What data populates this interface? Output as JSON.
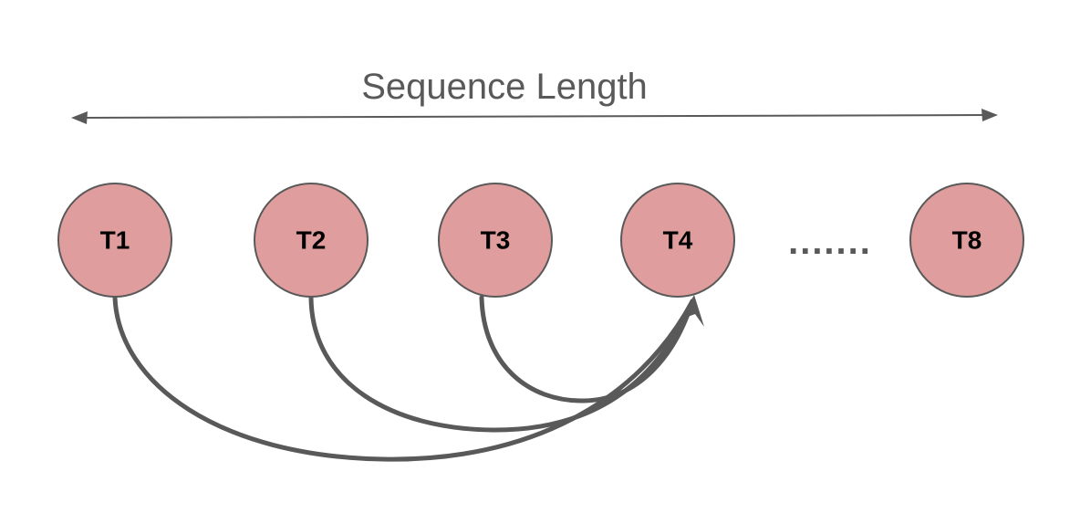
{
  "title": "Sequence Length",
  "colors": {
    "node_fill": "#E09D9D",
    "line": "#595959",
    "text": "#000000"
  },
  "nodes": [
    {
      "id": "t1",
      "label": "T1"
    },
    {
      "id": "t2",
      "label": "T2"
    },
    {
      "id": "t3",
      "label": "T3"
    },
    {
      "id": "t4",
      "label": "T4"
    },
    {
      "id": "t8",
      "label": "T8"
    }
  ],
  "ellipsis": ".......",
  "edges": [
    {
      "from": "t1",
      "to": "t4"
    },
    {
      "from": "t2",
      "to": "t4"
    },
    {
      "from": "t3",
      "to": "t4"
    }
  ]
}
